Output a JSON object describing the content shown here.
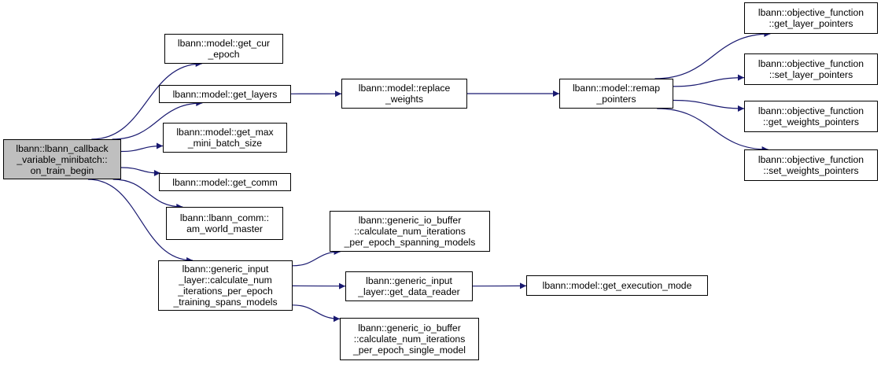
{
  "colors": {
    "edge": "#191970",
    "root_fill": "#bfbfbf",
    "node_fill": "#ffffff",
    "border": "#000000"
  },
  "nodes": [
    {
      "id": "root",
      "lines": [
        "lbann::lbann_callback",
        "_variable_minibatch::",
        "on_train_begin"
      ]
    },
    {
      "id": "get_cur_epoch",
      "lines": [
        "lbann::model::get_cur",
        "_epoch"
      ]
    },
    {
      "id": "get_layers",
      "lines": [
        "lbann::model::get_layers"
      ]
    },
    {
      "id": "get_max_mini_batch_size",
      "lines": [
        "lbann::model::get_max",
        "_mini_batch_size"
      ]
    },
    {
      "id": "get_comm",
      "lines": [
        "lbann::model::get_comm"
      ]
    },
    {
      "id": "am_world_master",
      "lines": [
        "lbann::lbann_comm::",
        "am_world_master"
      ]
    },
    {
      "id": "calc_spans_models",
      "lines": [
        "lbann::generic_input",
        "_layer::calculate_num",
        "_iterations_per_epoch",
        "_training_spans_models"
      ]
    },
    {
      "id": "replace_weights",
      "lines": [
        "lbann::model::replace",
        "_weights"
      ]
    },
    {
      "id": "remap_pointers",
      "lines": [
        "lbann::model::remap",
        "_pointers"
      ]
    },
    {
      "id": "of_get_layer_pointers",
      "lines": [
        "lbann::objective_function",
        "::get_layer_pointers"
      ]
    },
    {
      "id": "of_set_layer_pointers",
      "lines": [
        "lbann::objective_function",
        "::set_layer_pointers"
      ]
    },
    {
      "id": "of_get_weights_pointers",
      "lines": [
        "lbann::objective_function",
        "::get_weights_pointers"
      ]
    },
    {
      "id": "of_set_weights_pointers",
      "lines": [
        "lbann::objective_function",
        "::set_weights_pointers"
      ]
    },
    {
      "id": "io_spanning_models",
      "lines": [
        "lbann::generic_io_buffer",
        "::calculate_num_iterations",
        "_per_epoch_spanning_models"
      ]
    },
    {
      "id": "get_data_reader",
      "lines": [
        "lbann::generic_input",
        "_layer::get_data_reader"
      ]
    },
    {
      "id": "io_single_model",
      "lines": [
        "lbann::generic_io_buffer",
        "::calculate_num_iterations",
        "_per_epoch_single_model"
      ]
    },
    {
      "id": "get_execution_mode",
      "lines": [
        "lbann::model::get_execution_mode"
      ]
    }
  ],
  "edges": [
    {
      "from": "root",
      "to": "get_cur_epoch"
    },
    {
      "from": "root",
      "to": "get_layers"
    },
    {
      "from": "root",
      "to": "get_max_mini_batch_size"
    },
    {
      "from": "root",
      "to": "get_comm"
    },
    {
      "from": "root",
      "to": "am_world_master"
    },
    {
      "from": "root",
      "to": "calc_spans_models"
    },
    {
      "from": "get_layers",
      "to": "replace_weights"
    },
    {
      "from": "replace_weights",
      "to": "remap_pointers"
    },
    {
      "from": "remap_pointers",
      "to": "of_get_layer_pointers"
    },
    {
      "from": "remap_pointers",
      "to": "of_set_layer_pointers"
    },
    {
      "from": "remap_pointers",
      "to": "of_get_weights_pointers"
    },
    {
      "from": "remap_pointers",
      "to": "of_set_weights_pointers"
    },
    {
      "from": "calc_spans_models",
      "to": "io_spanning_models"
    },
    {
      "from": "calc_spans_models",
      "to": "get_data_reader"
    },
    {
      "from": "calc_spans_models",
      "to": "io_single_model"
    },
    {
      "from": "get_data_reader",
      "to": "get_execution_mode"
    }
  ]
}
